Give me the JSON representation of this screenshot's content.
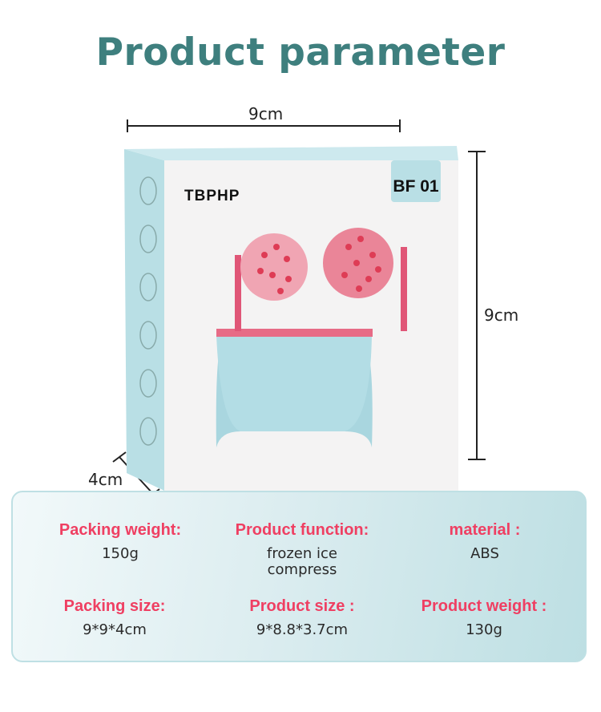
{
  "title": "Product parameter",
  "dimensions": {
    "width": "9cm",
    "height": "9cm",
    "depth": "4cm"
  },
  "box": {
    "brand": "TBPHP",
    "model": "BF 01"
  },
  "params": [
    {
      "label": "Packing weight:",
      "value": "150g"
    },
    {
      "label": "Product function:",
      "value": "frozen ice compress"
    },
    {
      "label": "material :",
      "value": "ABS"
    },
    {
      "label": "Packing size:",
      "value": "9*9*4cm"
    },
    {
      "label": "Product size :",
      "value": "9*8.8*3.7cm"
    },
    {
      "label": "Product weight :",
      "value": "130g"
    }
  ],
  "colors": {
    "title": "#3e7f7e",
    "label": "#ef3f62",
    "box_blue": "#b9dfe5",
    "roller_red": "#e0405a"
  }
}
